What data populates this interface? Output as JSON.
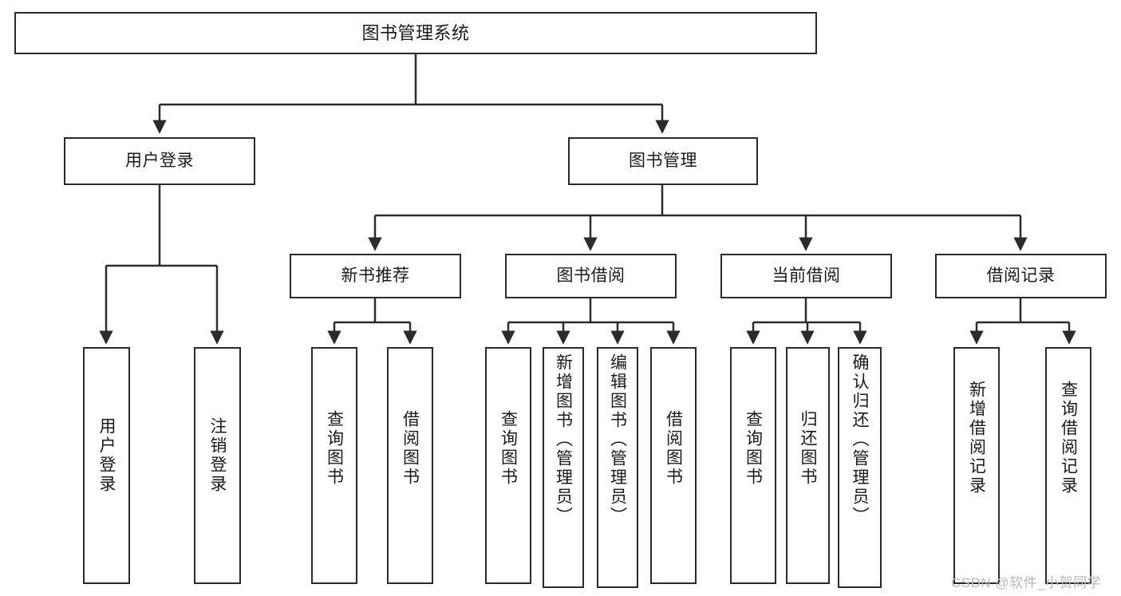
{
  "diagram": {
    "type": "tree",
    "title": "图书管理系统",
    "root": {
      "label": "图书管理系统"
    },
    "level1": [
      {
        "label": "用户登录"
      },
      {
        "label": "图书管理"
      }
    ],
    "level2": [
      {
        "label": "新书推荐"
      },
      {
        "label": "图书借阅"
      },
      {
        "label": "当前借阅"
      },
      {
        "label": "借阅记录"
      }
    ],
    "leaves": {
      "user_login": [
        {
          "label": "用户登录"
        },
        {
          "label": "注销登录"
        }
      ],
      "new_book_recommend": [
        {
          "label": "查询图书"
        },
        {
          "label": "借阅图书"
        }
      ],
      "book_borrow": [
        {
          "label": "查询图书"
        },
        {
          "label": "新增图书（管理员）"
        },
        {
          "label": "编辑图书（管理员）"
        },
        {
          "label": "借阅图书"
        }
      ],
      "current_borrow": [
        {
          "label": "查询图书"
        },
        {
          "label": "归还图书"
        },
        {
          "label": "确认归还（管理员）"
        }
      ],
      "borrow_record": [
        {
          "label": "新增借阅记录"
        },
        {
          "label": "查询借阅记录"
        }
      ]
    }
  },
  "watermark": {
    "text": "CSDN @软件_小贺同学"
  },
  "colors": {
    "stroke": "#2b2b2b",
    "background": "#ffffff",
    "text": "#1a1a1a",
    "watermark": "#b9b9b9"
  }
}
